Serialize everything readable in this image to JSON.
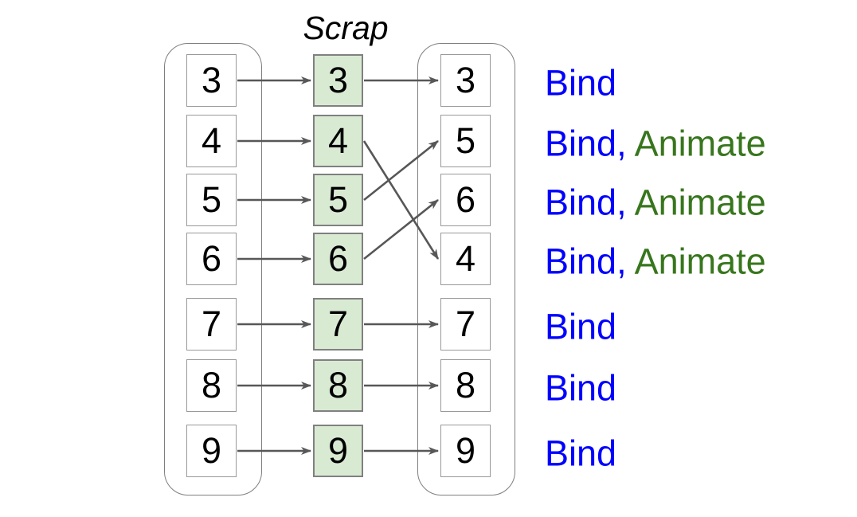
{
  "title": "Scrap",
  "columns": {
    "source": [
      "3",
      "4",
      "5",
      "6",
      "7",
      "8",
      "9"
    ],
    "scrap": [
      "3",
      "4",
      "5",
      "6",
      "7",
      "8",
      "9"
    ],
    "output": [
      "3",
      "5",
      "6",
      "4",
      "7",
      "8",
      "9"
    ]
  },
  "arrows": {
    "source_to_scrap": [
      [
        0,
        0
      ],
      [
        1,
        1
      ],
      [
        2,
        2
      ],
      [
        3,
        3
      ],
      [
        4,
        4
      ],
      [
        5,
        5
      ],
      [
        6,
        6
      ]
    ],
    "scrap_to_output": [
      [
        0,
        0
      ],
      [
        1,
        3
      ],
      [
        2,
        1
      ],
      [
        3,
        2
      ],
      [
        4,
        4
      ],
      [
        5,
        5
      ],
      [
        6,
        6
      ]
    ]
  },
  "row_labels": [
    {
      "bind": "Bind",
      "animate": ""
    },
    {
      "bind": "Bind,",
      "animate": " Animate"
    },
    {
      "bind": "Bind,",
      "animate": " Animate"
    },
    {
      "bind": "Bind,",
      "animate": " Animate"
    },
    {
      "bind": "Bind",
      "animate": ""
    },
    {
      "bind": "Bind",
      "animate": ""
    },
    {
      "bind": "Bind",
      "animate": ""
    }
  ],
  "colors": {
    "bind_text": "#0000ff",
    "animate_text": "#38761d",
    "scrap_fill": "#d9ead3",
    "scrap_border": "#808080",
    "box_border": "#999999",
    "container_border": "#7f7f7f",
    "arrow": "#575757",
    "number_text": "#000000"
  }
}
